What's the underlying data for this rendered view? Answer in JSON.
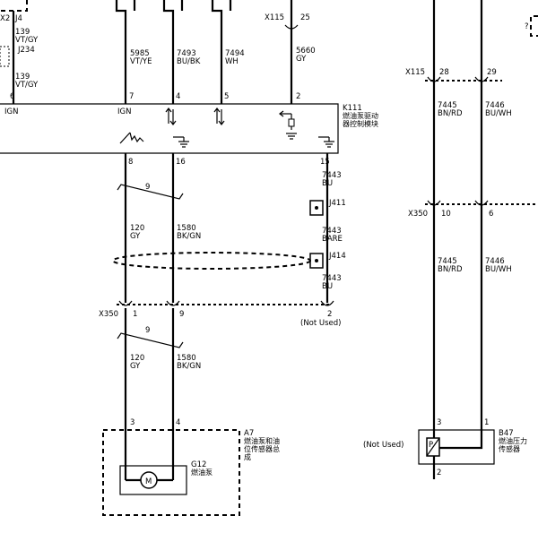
{
  "connectors": {
    "x115": "X115",
    "x350": "X350"
  },
  "top_left": {
    "x2": "X2",
    "j4": "J4",
    "w139a_num": "139",
    "w139a_col": "VT/GY",
    "j234": "J234",
    "w139b_num": "139",
    "w139b_col": "VT/GY",
    "pin6": "6",
    "ign_left": "IGN"
  },
  "module_k111": {
    "id": "K111",
    "name_line1": "燃油泵驱动",
    "name_line2": "器控制模块",
    "pins_top": {
      "p7": "7",
      "p4": "4",
      "p5": "5",
      "p2": "2"
    },
    "ign_label": "IGN",
    "pins_bottom": {
      "p8": "8",
      "p16": "16",
      "p15": "15"
    }
  },
  "wires": {
    "w5985_num": "5985",
    "w5985_col": "VT/YE",
    "w7493_num": "7493",
    "w7493_col": "BU/BK",
    "w7494_num": "7494",
    "w7494_col": "WH",
    "w5660_num": "5660",
    "w5660_col": "GY",
    "x115_pin25": "25",
    "w120_num": "120",
    "w120_col": "GY",
    "w1580_num": "1580",
    "w1580_col": "BK/GN",
    "w120b_num": "120",
    "w120b_col": "GY",
    "w1580b_num": "1580",
    "w1580b_col": "BK/GN",
    "twist_9a": "9",
    "twist_9b": "9",
    "w7443a_num": "7443",
    "w7443a_col": "BU",
    "j411": "J411",
    "w7443b_num": "7443",
    "w7443b_col": "BARE",
    "j414": "J414",
    "w7443c_num": "7443",
    "w7443c_col": "BU",
    "x350_pin1": "1",
    "x350_pin9": "9",
    "x350_pin2": "2",
    "not_used_a": "(Not Used)"
  },
  "module_a7": {
    "id": "A7",
    "name_line1": "燃油泵和油",
    "name_line2": "位传感器总",
    "name_line3": "成",
    "pin3": "3",
    "pin4": "4",
    "g12_id": "G12",
    "g12_name": "燃油泵",
    "motor_symbol": "M"
  },
  "right": {
    "x115_pin28": "28",
    "x115_pin29": "29",
    "w7445a_num": "7445",
    "w7445a_col": "BN/RD",
    "w7446a_num": "7446",
    "w7446a_col": "BU/WH",
    "x350_pin10": "10",
    "x350_pin6": "6",
    "w7445b_num": "7445",
    "w7445b_col": "BN/RD",
    "w7446b_num": "7446",
    "w7446b_col": "BU/WH",
    "b47_id": "B47",
    "b47_line1": "燃油压力",
    "b47_line2": "传感器",
    "pin3": "3",
    "pin1": "1",
    "pin2": "2",
    "not_used_b": "(Not Used)",
    "sensor_symbol": "P"
  }
}
